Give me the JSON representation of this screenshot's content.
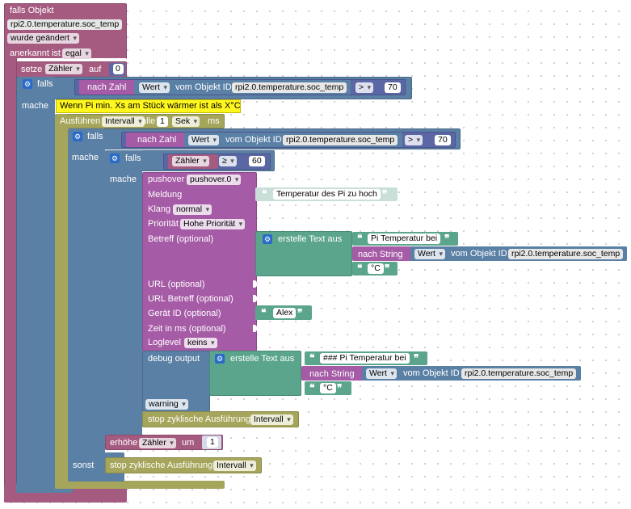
{
  "colors": {
    "event": "#a55b80",
    "var": "#a55b80",
    "logic": "#5b80a5",
    "math": "#5b67a5",
    "text": "#5ba58c",
    "timer": "#a5a55b",
    "pushover": "#a55ba5",
    "debug": "#5b80a5",
    "stop": "#a5a55b"
  },
  "trigger": {
    "title": "falls Objekt",
    "object_id": "rpi2.0.temperature.soc_temp",
    "condition": "wurde geändert",
    "ack_label": "anerkannt ist",
    "ack_value": "egal"
  },
  "set_var": {
    "label": "setze",
    "var": "Zähler",
    "to": "auf",
    "value": "0"
  },
  "if1": {
    "label": "falls",
    "do": "mache",
    "cond": {
      "to_number": "nach Zahl",
      "prop": "Wert",
      "of_object": "vom Objekt ID",
      "object_id": "rpi2.0.temperature.soc_temp",
      "op": ">",
      "value": "70"
    }
  },
  "comment": "Wenn Pi min. Xs am Stück wärmer ist als X°C",
  "interval": {
    "label": "Ausführen",
    "name": "Intervall",
    "every": "alle",
    "value": "1",
    "unit": "Sek",
    "unit2": "ms"
  },
  "if2": {
    "label": "falls",
    "do": "mache",
    "else": "sonst",
    "cond": {
      "to_number": "nach Zahl",
      "prop": "Wert",
      "of_object": "vom Objekt ID",
      "object_id": "rpi2.0.temperature.soc_temp",
      "op": ">",
      "value": "70"
    }
  },
  "if3": {
    "label": "falls",
    "do": "mache",
    "var": "Zähler",
    "op": "≥",
    "value": "60"
  },
  "pushover": {
    "label": "pushover",
    "instance": "pushover.0",
    "message_label": "Meldung",
    "message": "Temperatur des Pi zu hoch",
    "sound_label": "Klang",
    "sound": "normal",
    "priority_label": "Priorität",
    "priority": "Hohe Priorität",
    "subject_label": "Betreff (optional)",
    "url_label": "URL (optional)",
    "url_title_label": "URL Betreff (optional)",
    "device_label": "Gerät ID (optional)",
    "device": "Alex",
    "time_label": "Zeit in ms (optional)",
    "loglevel_label": "Loglevel",
    "loglevel": "keins"
  },
  "subject_text": {
    "create_label": "erstelle Text aus",
    "part1": "Pi Temperatur bei",
    "to_string": "nach String",
    "prop": "Wert",
    "of_object": "vom Objekt ID",
    "object_id": "rpi2.0.temperature.soc_temp",
    "part3": "°C"
  },
  "debug": {
    "label": "debug output",
    "create_label": "erstelle Text aus",
    "part1": "### Pi Temperatur bei",
    "to_string": "nach String",
    "prop": "Wert",
    "of_object": "vom Objekt ID",
    "object_id": "rpi2.0.temperature.soc_temp",
    "part3": "°C",
    "level": "warning"
  },
  "stop_inner": {
    "label": "stop zyklische Ausführung",
    "name": "Intervall"
  },
  "increment": {
    "label": "erhöhe",
    "var": "Zähler",
    "by": "um",
    "value": "1"
  },
  "stop_else": {
    "label": "stop zyklische Ausführung",
    "name": "Intervall"
  },
  "quote_open": "❝",
  "quote_close": "❞"
}
